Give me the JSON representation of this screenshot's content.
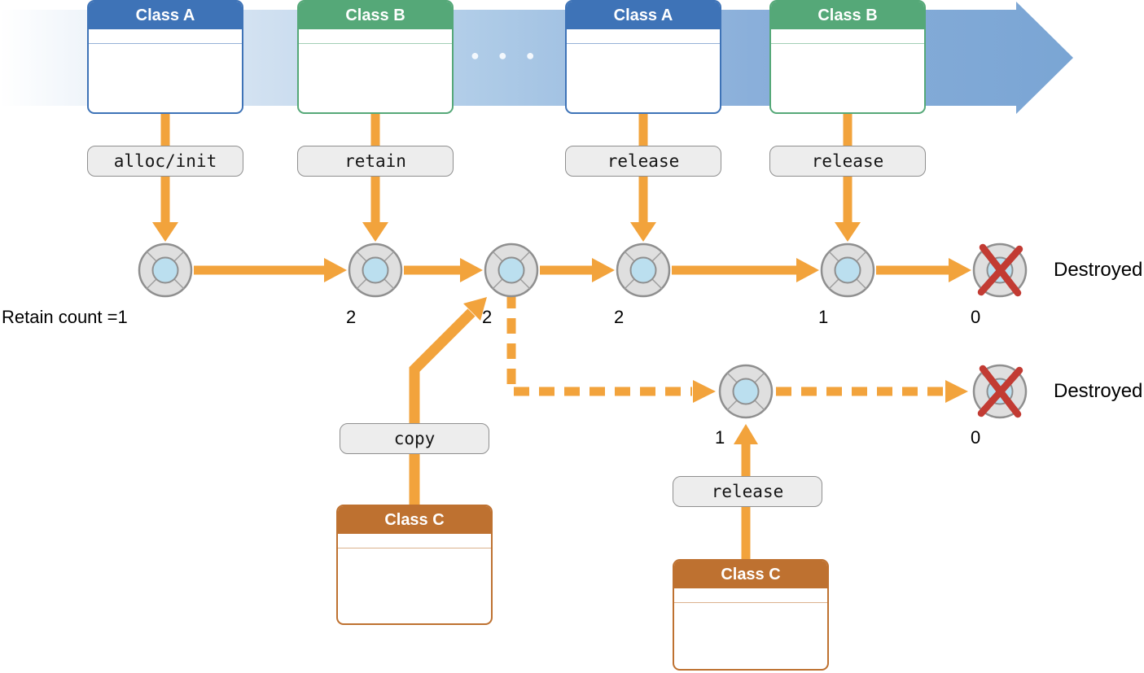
{
  "colors": {
    "arrow": "#F2A33C",
    "class_a": "#3E73B7",
    "class_b": "#55A878",
    "class_c": "#BE7130",
    "pill_bg": "#EDEDED",
    "pill_border": "#8F8F8F",
    "object_outer": "#DFDFDF",
    "object_inner": "#BBDFEF",
    "object_border": "#8F8F8F",
    "destroyed_x": "#C23B33",
    "timeline_light": "#FFFFFF",
    "timeline_dark": "#7AA5D4"
  },
  "timeline": {
    "ellipsis": "● ● ●"
  },
  "classes": [
    {
      "title": "Class A"
    },
    {
      "title": "Class B"
    },
    {
      "title": "Class A"
    },
    {
      "title": "Class B"
    },
    {
      "title": "Class C"
    },
    {
      "title": "Class C"
    }
  ],
  "operations": [
    {
      "label": "alloc/init"
    },
    {
      "label": "retain"
    },
    {
      "label": "release"
    },
    {
      "label": "release"
    },
    {
      "label": "copy"
    },
    {
      "label": "release"
    }
  ],
  "counts": {
    "origin_label": "Retain count =1",
    "main": [
      "2",
      "2",
      "2",
      "1",
      "0"
    ],
    "branch": [
      "1",
      "0"
    ]
  },
  "destroyed": {
    "label_main": "Destroyed",
    "label_branch": "Destroyed"
  }
}
